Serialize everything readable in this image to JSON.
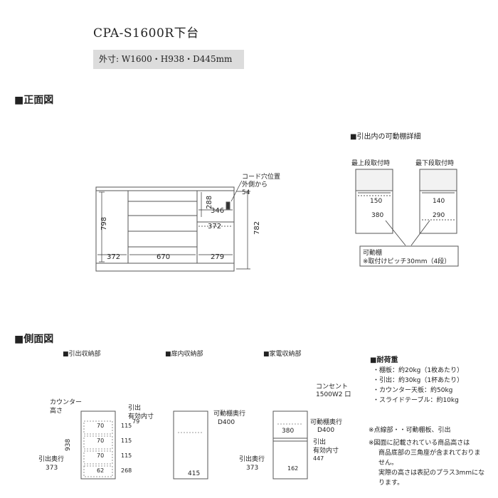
{
  "header": {
    "model": "CPA-S1600R下台",
    "dimensions": "外寸: W1600・H938・D445mm"
  },
  "front": {
    "heading": "■正面図",
    "dims": {
      "h798": "798",
      "w372_left": "372",
      "w670": "670",
      "w279": "279",
      "h288": "288",
      "w346": "346",
      "w372_right": "372",
      "h782": "782"
    },
    "cord_note": [
      "コード穴位置",
      "外側から",
      "54"
    ]
  },
  "detail": {
    "heading": "■引出内の可動棚詳細",
    "top_label": "最上段取付時",
    "bottom_label": "最下段取付時",
    "top_d1": "150",
    "top_d2": "380",
    "bottom_d1": "140",
    "bottom_d2": "290",
    "callout_title": "可動棚",
    "callout_text": "※取付けピッチ30mm（4段）"
  },
  "side": {
    "heading": "■側面図",
    "drawer_title": "■引出収納部",
    "door_title": "■扉内収納部",
    "appliance_title": "■家電収納部",
    "counter_label": [
      "カウンター",
      "高さ"
    ],
    "drawer_label": [
      "引出",
      "有効内寸"
    ],
    "h938": "938",
    "depth_label": "引出奥行",
    "d373": "373",
    "drawer_dims": [
      "70",
      "70",
      "70",
      "62"
    ],
    "drawer_inner": [
      "115",
      "115",
      "115",
      "268"
    ],
    "drawer_top": "79",
    "shelf_depth_label": "可動棚奥行",
    "shelf_d400": "D400",
    "w415": "415",
    "outlet_label": [
      "コンセント",
      "1500W2 口"
    ],
    "shelf_depth_label2": "可動棚奥行",
    "shelf_d400_2": "D400",
    "w380": "380",
    "depth_label2": "引出奥行",
    "d373_2": "373",
    "drawer2_label": [
      "引出",
      "有効内寸"
    ],
    "h447": "447",
    "h162": "162"
  },
  "load": {
    "heading": "■耐荷重",
    "items": [
      "・棚板：約20kg（1枚あたり）",
      "・引出：約30kg（1杯あたり）",
      "・カウンター天板：約50kg",
      "・スライドテーブル：約10kg"
    ],
    "notes": [
      "※点線部・・可動棚板、引出",
      "※図面に記載されている商品高さは",
      "商品底部の三角座が含まれておりま",
      "せん。",
      "実際の高さは表記のプラス3mmにな",
      "ります。"
    ]
  }
}
